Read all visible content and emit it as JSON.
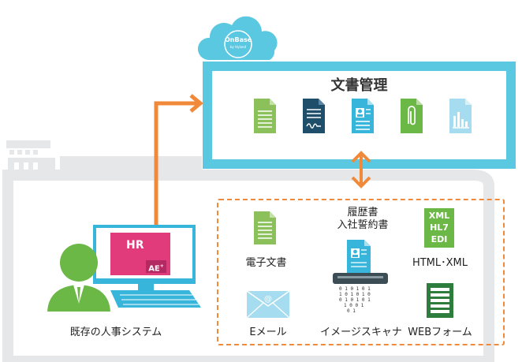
{
  "cloud": {
    "brand": "OnBase",
    "sub": "by Hyland"
  },
  "doc_mgmt": {
    "title": "文書管理"
  },
  "hr_system": {
    "screen_title": "HR",
    "badge": "AE",
    "badge_sup": "+",
    "label": "既存の人事システム"
  },
  "inputs": {
    "edoc": "電子文書",
    "resume": "履歴書\n入社誓約書",
    "html_xml": "HTML･XML",
    "xml_lines": [
      "XML",
      "HL7",
      "EDI"
    ],
    "email": "Eメール",
    "scanner": "イメージスキャナ",
    "web_form": "WEBフォーム",
    "binary": [
      "0 1 0 1 0 1",
      "1 0 1 0 1 0",
      "0 1 0 1 0 1",
      "1 0 0 1",
      "0 1"
    ]
  },
  "colors": {
    "cyan": "#5bc8e2",
    "frame": "#e6e7e8",
    "orange": "#f08a3a",
    "green": "#6cb846",
    "navy": "#1f4e6b",
    "light_blue": "#9bd9ee"
  }
}
